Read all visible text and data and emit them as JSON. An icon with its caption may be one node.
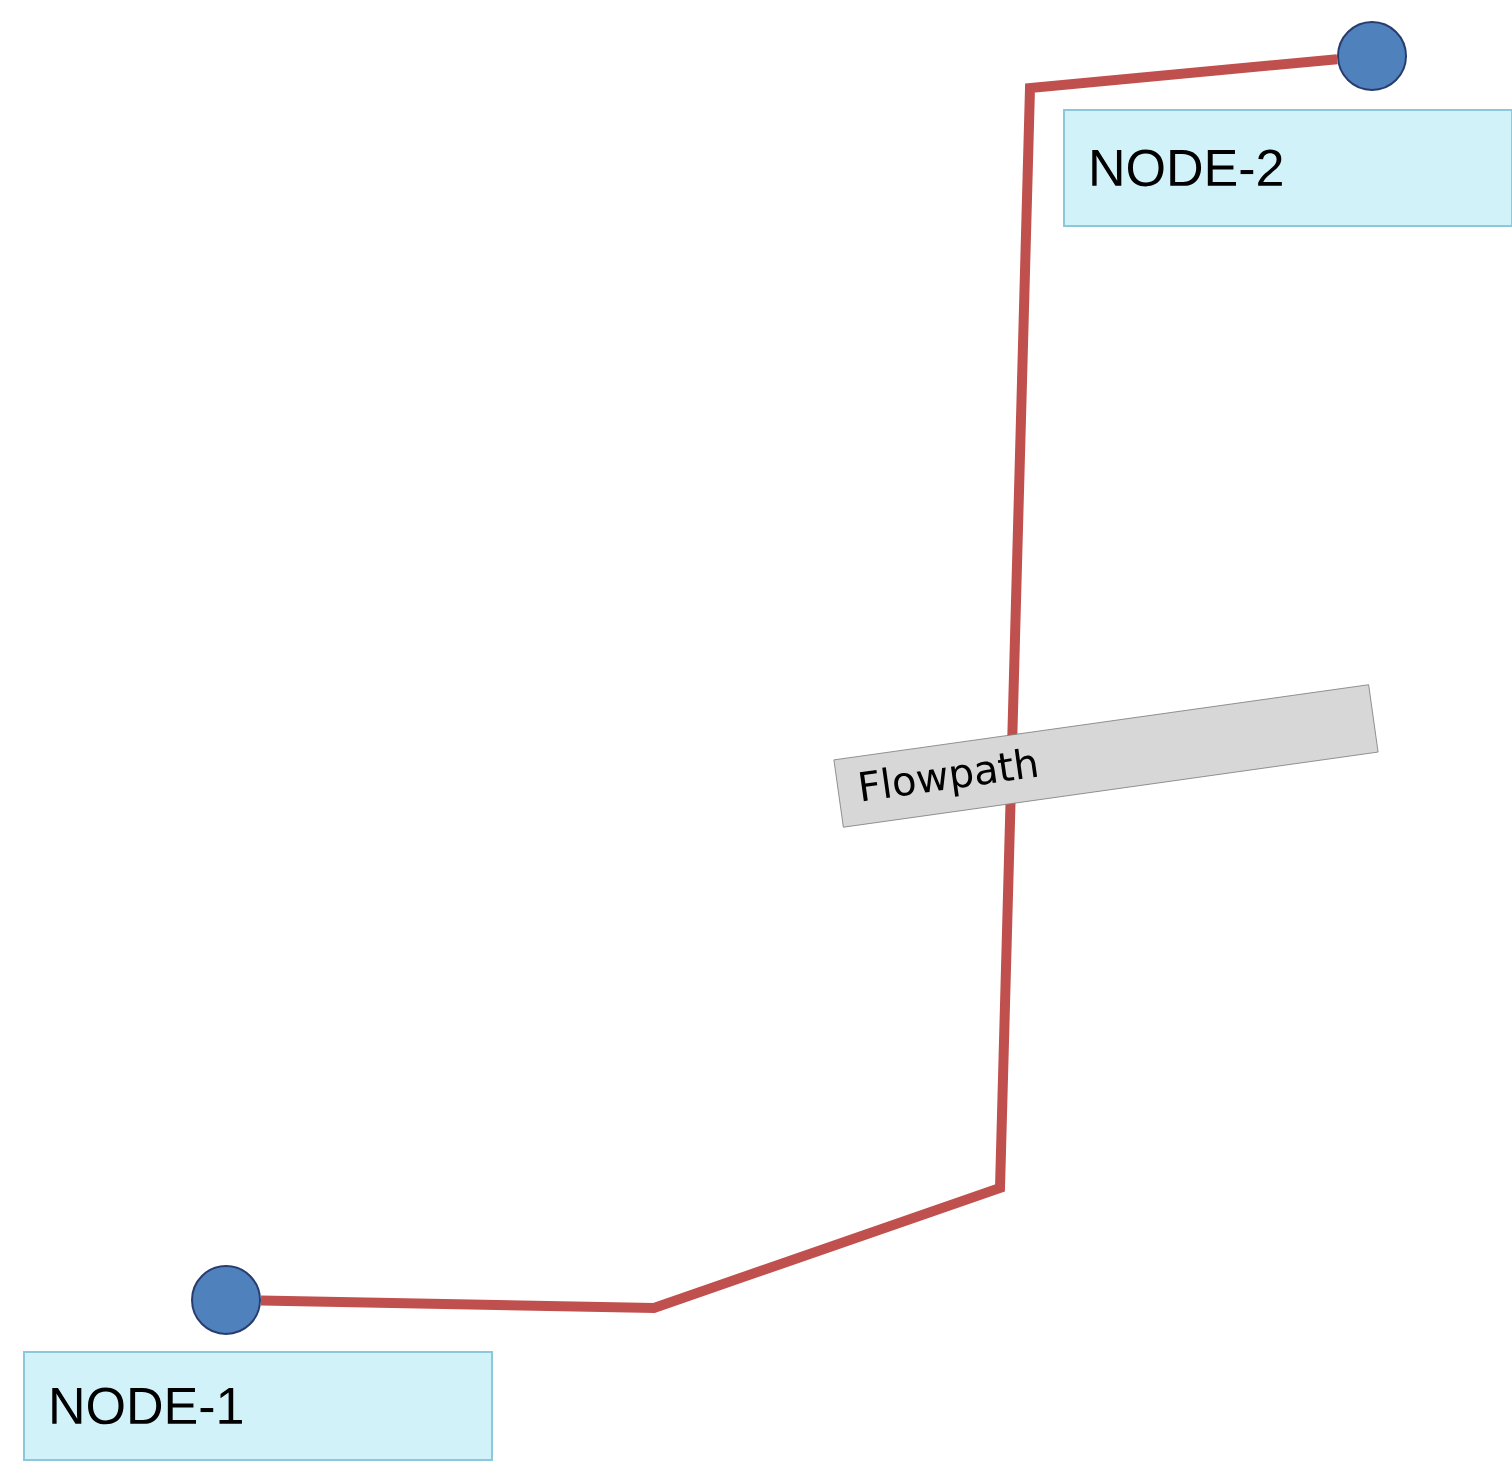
{
  "diagram": {
    "nodes": [
      {
        "text": [],
        "shape": "circle"
      },
      {
        "text": [
          "NODE-1"
        ]
      },
      {
        "text": [],
        "shape": "circle"
      },
      {
        "text": [
          "NODE-2"
        ]
      }
    ],
    "edges": [
      {
        "from": 0,
        "to": 2,
        "arrow": "none",
        "label": "Flowpath",
        "color": "#c0504d"
      }
    ]
  }
}
